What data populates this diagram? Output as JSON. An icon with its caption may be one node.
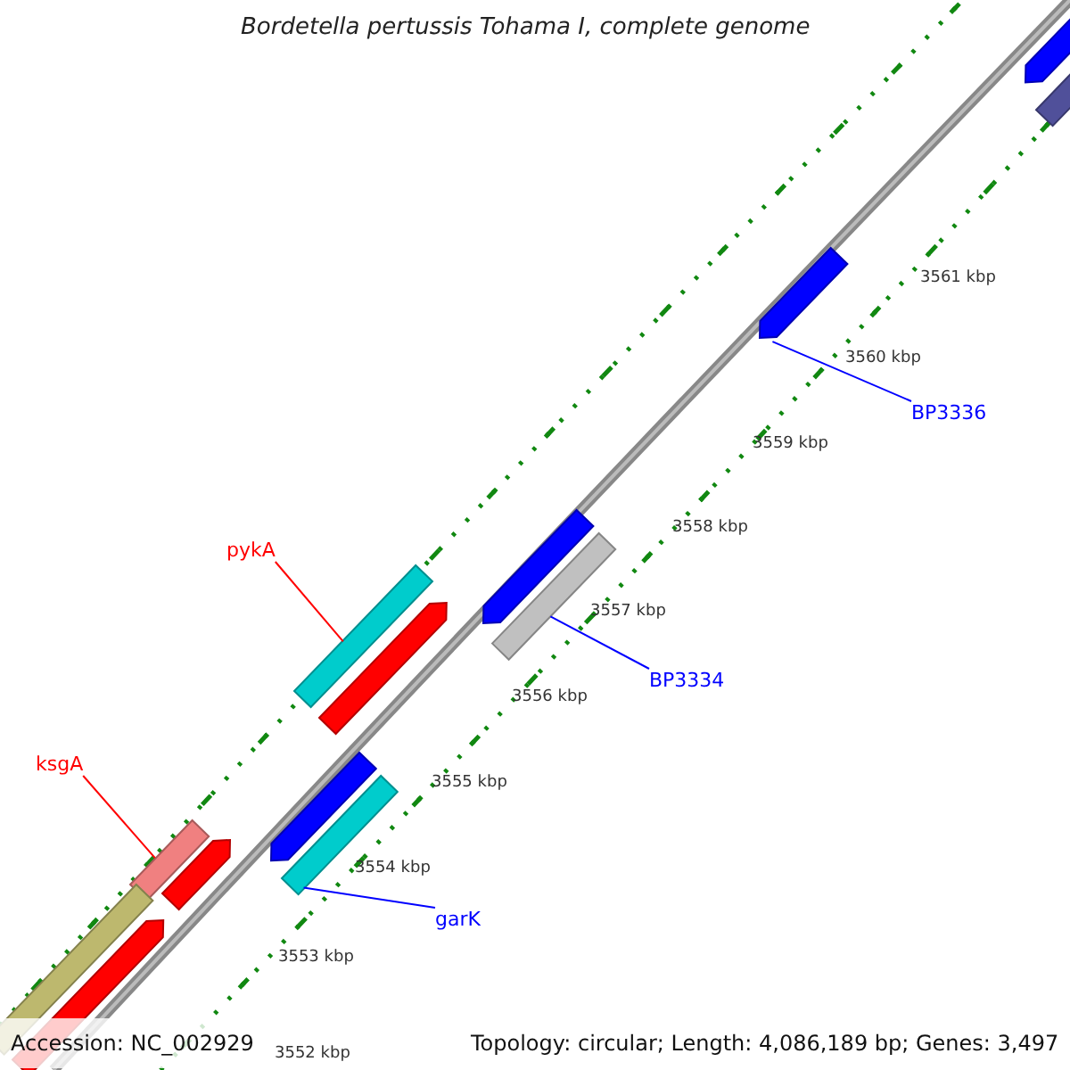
{
  "diagram": {
    "title": "Bordetella pertussis Tohama I, complete genome",
    "nodes": [
      {
        "text": [
          "ksgA"
        ]
      },
      {
        "text": [],
        "shape": "bar"
      },
      {
        "text": [
          "pykA"
        ]
      },
      {
        "text": [],
        "shape": "bar"
      },
      {
        "text": [
          "garK"
        ]
      },
      {
        "text": [],
        "shape": "bar"
      },
      {
        "text": [
          "BP3334"
        ]
      },
      {
        "text": [],
        "shape": "bar"
      },
      {
        "text": [
          "BP3336"
        ]
      },
      {
        "text": [],
        "shape": "arrow"
      },
      {
        "text": [],
        "shape": "bar"
      },
      {
        "text": [],
        "shape": "arrow"
      },
      {
        "text": [],
        "shape": "arrow"
      },
      {
        "text": [],
        "shape": "arrow"
      },
      {
        "text": [],
        "shape": "arrow"
      },
      {
        "text": [],
        "shape": "arrow"
      },
      {
        "text": [],
        "shape": "bar"
      },
      {
        "text": [],
        "shape": "arrow"
      }
    ],
    "edges": [
      {
        "from": 0,
        "to": 1,
        "arrow": "none",
        "color": "#ff0000"
      },
      {
        "from": 2,
        "to": 3,
        "arrow": "none",
        "color": "#ff0000"
      },
      {
        "from": 4,
        "to": 5,
        "arrow": "none",
        "color": "#0000ff"
      },
      {
        "from": 6,
        "to": 7,
        "arrow": "none",
        "color": "#0000ff"
      },
      {
        "from": 8,
        "to": 9,
        "arrow": "none",
        "color": "#0000ff"
      }
    ],
    "labels": [
      "3561 kbp",
      "3560 kbp",
      "3559 kbp",
      "3558 kbp",
      "3557 kbp",
      "3556 kbp",
      "3555 kbp",
      "3554 kbp",
      "3553 kbp",
      "3552 kbp",
      "Accession: NC_002929",
      "Topology: circular; Length: 4,086,189 bp; Genes: 3,497"
    ]
  }
}
